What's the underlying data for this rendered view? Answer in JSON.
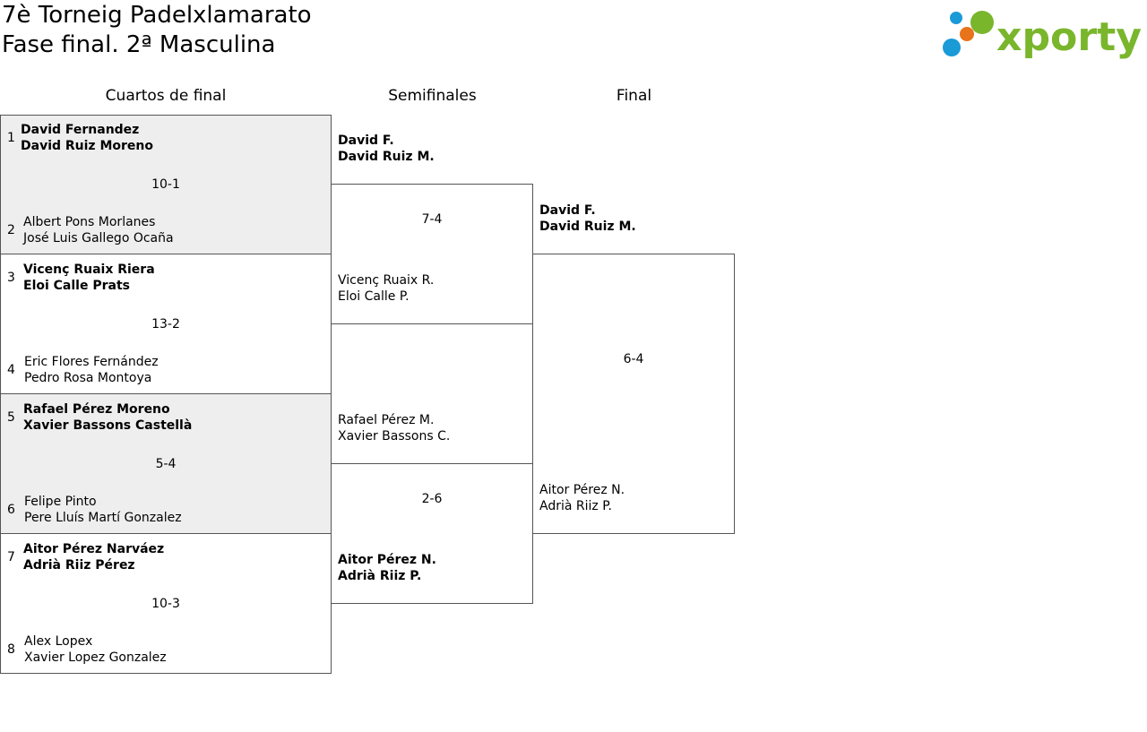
{
  "header": {
    "line1": "7è Torneig Padelxlamarato",
    "line2": "Fase final. 2ª Masculina",
    "brand": "xporty"
  },
  "colors": {
    "brand_green": "#7ab62c",
    "dot_blue": "#1a9ad6",
    "dot_orange": "#e8731b",
    "shaded": "#eeeeee"
  },
  "rounds": [
    "Cuartos de final",
    "Semifinales",
    "Final"
  ],
  "quarterfinals": [
    {
      "seed_a": "1",
      "team_a": [
        "David Fernandez",
        "David Ruiz Moreno"
      ],
      "score": "10-1",
      "seed_b": "2",
      "team_b": [
        "Albert Pons Morlanes",
        "José Luis Gallego Ocaña"
      ]
    },
    {
      "seed_a": "3",
      "team_a": [
        "Vicenç Ruaix Riera",
        "Eloi Calle Prats"
      ],
      "score": "13-2",
      "seed_b": "4",
      "team_b": [
        "Eric Flores Fernández",
        "Pedro Rosa Montoya"
      ]
    },
    {
      "seed_a": "5",
      "team_a": [
        "Rafael Pérez Moreno",
        "Xavier Bassons Castellà"
      ],
      "score": "5-4",
      "seed_b": "6",
      "team_b": [
        "Felipe Pinto",
        "Pere Lluís Martí Gonzalez"
      ]
    },
    {
      "seed_a": "7",
      "team_a": [
        "Aitor Pérez Narváez",
        "Adrià Riiz Pérez"
      ],
      "score": "10-3",
      "seed_b": "8",
      "team_b": [
        "Alex Lopex",
        "Xavier Lopez Gonzalez"
      ]
    }
  ],
  "semifinals": [
    {
      "team_a": [
        "David F.",
        "David Ruiz M."
      ],
      "score": "7-4",
      "team_b": [
        "Vicenç Ruaix R.",
        "Eloi Calle P."
      ]
    },
    {
      "team_a": [
        "Rafael Pérez M.",
        "Xavier Bassons C."
      ],
      "score": "2-6",
      "team_b": [
        "Aitor Pérez N.",
        "Adrià Riiz P."
      ]
    }
  ],
  "final": {
    "team_a": [
      "David F.",
      "David Ruiz M."
    ],
    "score": "6-4",
    "team_b": [
      "Aitor Pérez N.",
      "Adrià Riiz P."
    ]
  }
}
